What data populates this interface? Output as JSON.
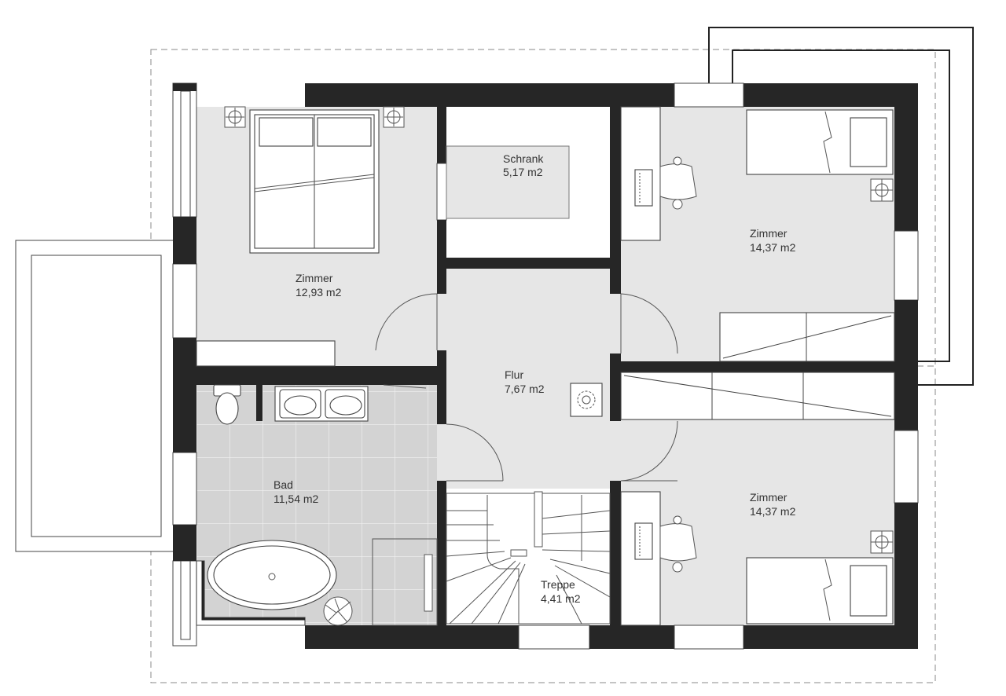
{
  "rooms": {
    "schrank": {
      "name": "Schrank",
      "area": "5,17 m2"
    },
    "zimmer_left": {
      "name": "Zimmer",
      "area": "12,93 m2"
    },
    "zimmer_top_right": {
      "name": "Zimmer",
      "area": "14,37 m2"
    },
    "flur": {
      "name": "Flur",
      "area": "7,67 m2"
    },
    "bad": {
      "name": "Bad",
      "area": "11,54 m2"
    },
    "zimmer_bottom_right": {
      "name": "Zimmer",
      "area": "14,37 m2"
    },
    "treppe": {
      "name": "Treppe",
      "area": "4,41 m2"
    }
  },
  "colors": {
    "wall": "#262626",
    "floor": "#e6e6e6",
    "bath_floor": "#d3d3d3",
    "tile_line": "#f2f2f2"
  },
  "icons": {
    "bed": "double-bed-icon",
    "single_bed": "single-bed-icon",
    "desk_chair": "office-chair-icon",
    "computer": "computer-icon",
    "lamp": "lamp-icon",
    "toilet": "toilet-icon",
    "sink": "sink-icon",
    "bathtub": "bathtub-icon",
    "plant": "plant-icon",
    "chimney": "chimney-icon"
  }
}
